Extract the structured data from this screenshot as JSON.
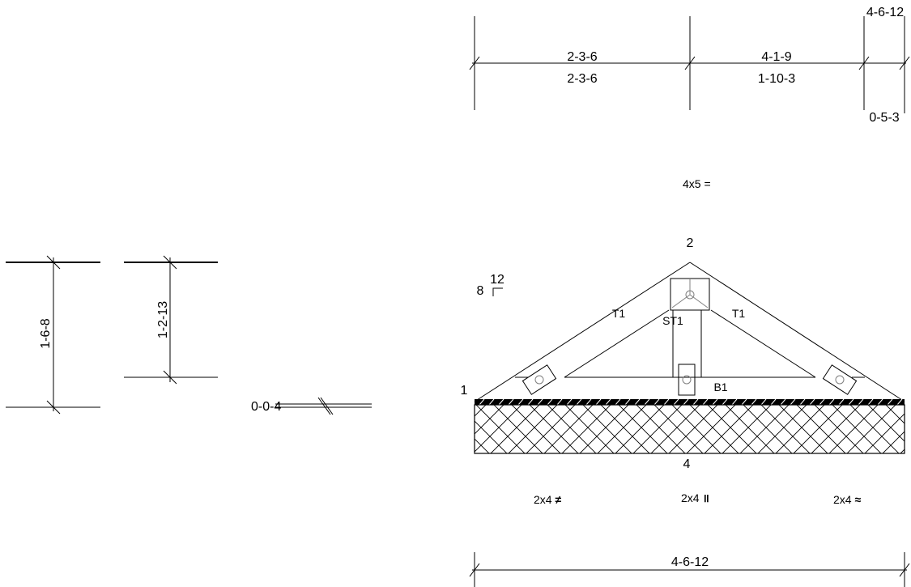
{
  "top_dims": {
    "overall_label": "4-6-12",
    "seg1_upper": "2-3-6",
    "seg1_lower": "2-3-6",
    "seg2_upper": "4-1-9",
    "seg2_lower": "1-10-3",
    "seg3_lower": "0-5-3"
  },
  "left_dims": {
    "height_1": "1-6-8",
    "height_2": "1-2-13",
    "offset": "0-0-4"
  },
  "truss": {
    "peak_plate": "4x5 =",
    "node_peak": "2",
    "node_left": "1",
    "node_bottom": "4",
    "pitch_rise": "8",
    "pitch_run": "12",
    "member_top_left": "T1",
    "member_top_right": "T1",
    "member_vertical": "ST1",
    "member_bottom": "B1",
    "plate_left": "2x4",
    "plate_center": "2x4",
    "plate_right": "2x4",
    "plate_left_symbol": "≠",
    "plate_center_symbol": "॥",
    "plate_right_symbol": "≈"
  },
  "bottom_dims": {
    "overall": "4-6-12"
  }
}
